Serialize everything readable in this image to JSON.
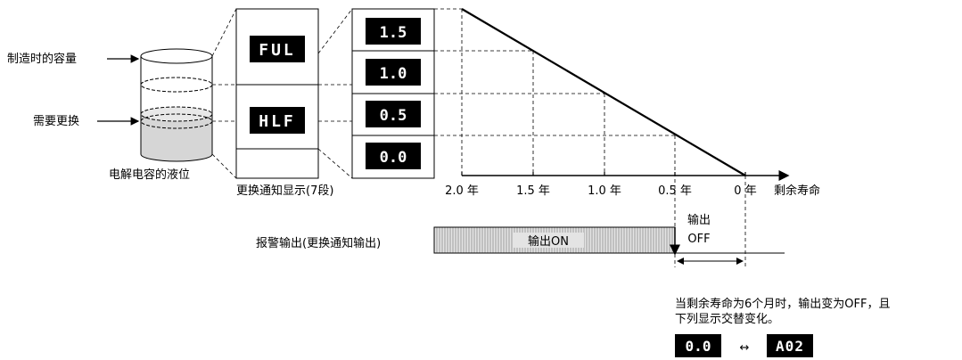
{
  "labels": {
    "capacity_at_mfg": "制造时的容量",
    "needs_replacement": "需要更换",
    "cap_level": "电解电容的液位",
    "notice_display": "更换通知显示(7段)",
    "remaining_life": "剩余寿命",
    "alarm_output": "报警输出(更换通知输出)",
    "output_on": "输出ON",
    "output_off_line1": "输出",
    "output_off_line2": "OFF",
    "note_line1": "当剩余寿命为6个月时，输出变为OFF，且",
    "note_line2": "下列显示交替变化。",
    "arrow_symbol": "↔"
  },
  "status_displays": {
    "full": "FUL",
    "half": "HLF"
  },
  "year_displays": [
    "1.5",
    "1.0",
    "0.5",
    "0.0"
  ],
  "axis_ticks": [
    "2.0 年",
    "1.5 年",
    "1.0 年",
    "0.5 年",
    "0 年"
  ],
  "alternating": {
    "first": "0.0",
    "second": "A02"
  },
  "colors": {
    "panel_bg": "#000000",
    "liquid": "#d6d6d6",
    "bar_fill": "#cfcfcf"
  }
}
